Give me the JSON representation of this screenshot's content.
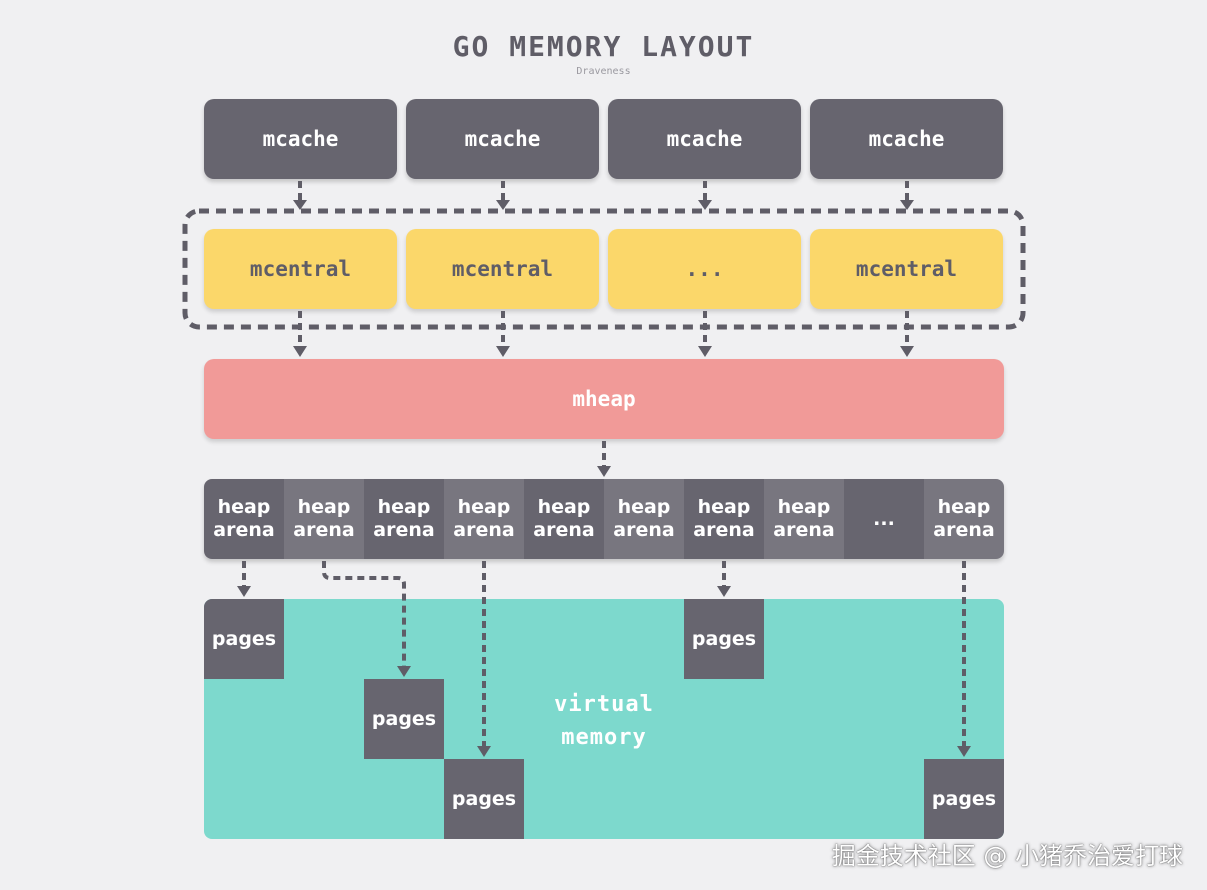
{
  "title": "GO MEMORY LAYOUT",
  "subtitle": "Draveness",
  "mcache": [
    "mcache",
    "mcache",
    "mcache",
    "mcache"
  ],
  "mcentral": [
    "mcentral",
    "mcentral",
    "...",
    "mcentral"
  ],
  "mheap": "mheap",
  "heap_arenas": [
    {
      "line1": "heap",
      "line2": "arena"
    },
    {
      "line1": "heap",
      "line2": "arena"
    },
    {
      "line1": "heap",
      "line2": "arena"
    },
    {
      "line1": "heap",
      "line2": "arena"
    },
    {
      "line1": "heap",
      "line2": "arena"
    },
    {
      "line1": "heap",
      "line2": "arena"
    },
    {
      "line1": "heap",
      "line2": "arena"
    },
    {
      "line1": "heap",
      "line2": "arena"
    },
    {
      "line1": "...",
      "line2": ""
    },
    {
      "line1": "heap",
      "line2": "arena"
    }
  ],
  "virtual_memory": {
    "line1": "virtual",
    "line2": "memory"
  },
  "pages": [
    "pages",
    "pages",
    "pages",
    "pages",
    "pages"
  ],
  "watermark": "掘金技术社区 @ 小猪乔治爱打球",
  "colors": {
    "background": "#f0f0f2",
    "mcache": "#67656f",
    "mcentral": "#fbd76a",
    "mheap": "#f19a98",
    "virtual_memory": "#7dd9cd",
    "arrows": "#5f5d67"
  }
}
